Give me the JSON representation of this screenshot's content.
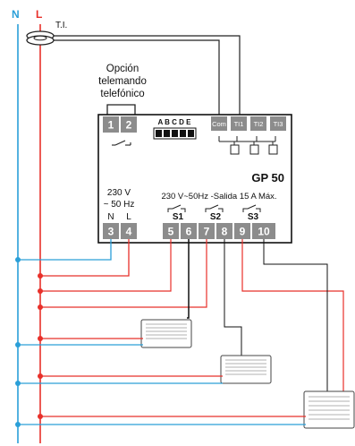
{
  "colors": {
    "neutral": "#2a9fd8",
    "live": "#e8302a",
    "wire": "#222222",
    "terminal_fill": "#8c8c8c",
    "box_stroke": "#111111"
  },
  "lines": {
    "neutral_label": "N",
    "live_label": "L"
  },
  "ti": {
    "label": "T.I."
  },
  "option": {
    "line1": "Opción",
    "line2": "telemando",
    "line3": "telefónico"
  },
  "device": {
    "model": "GP 50",
    "dip_letters": "A B C D E",
    "supply_line1": "230 V",
    "supply_line2": "~ 50 Hz",
    "supply_n": "N",
    "supply_l": "L",
    "output_spec": "230 V~50Hz -Salida 15 A Máx.",
    "outputs": [
      "S1",
      "S2",
      "S3"
    ],
    "terminals": [
      "1",
      "2",
      "3",
      "4",
      "5",
      "6",
      "7",
      "8",
      "9",
      "10"
    ],
    "ti_terminals": [
      "Com",
      "TI1",
      "TI2",
      "TI3"
    ]
  },
  "icons": {
    "transformer": "current-transformer-icon",
    "heater": "radiator-heater-icon",
    "relay": "relay-contact-icon"
  }
}
